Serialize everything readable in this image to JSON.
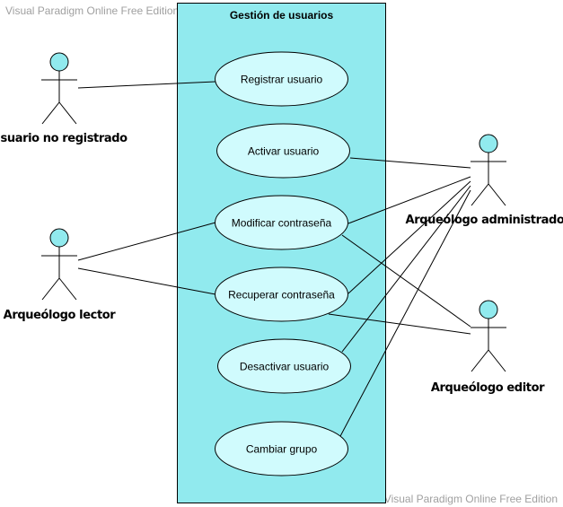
{
  "watermarks": {
    "top_left": "Visual Paradigm Online Free Edition",
    "bottom_right": "Visual Paradigm Online Free Edition"
  },
  "colors": {
    "boundary_fill": "#91eaee",
    "usecase_fill": "#d0fbfd",
    "actor_head_fill": "#91eaee",
    "stroke": "#000000"
  },
  "system": {
    "title": "Gestión de usuarios"
  },
  "use_cases": {
    "registrar": "Registrar usuario",
    "activar": "Activar usuario",
    "modificar": "Modificar contraseña",
    "recuperar": "Recuperar contraseña",
    "desactivar": "Desactivar usuario",
    "cambiar": "Cambiar grupo"
  },
  "actors": {
    "no_registrado": "Usuario no registrado",
    "lector": "Arqueólogo lector",
    "administrador": "Arqueólogo administrador",
    "editor": "Arqueólogo editor"
  }
}
